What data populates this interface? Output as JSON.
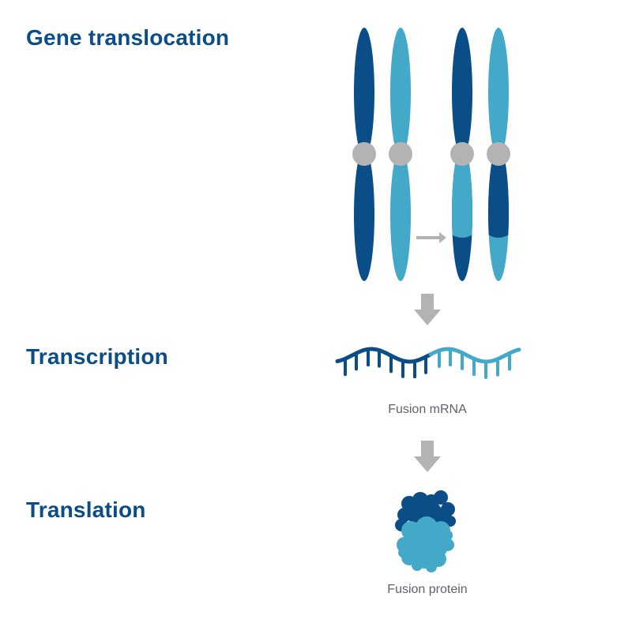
{
  "sections": {
    "translocation": "Gene translocation",
    "transcription": "Transcription",
    "translation": "Translation"
  },
  "labels": {
    "mrna": "Fusion mRNA",
    "protein": "Fusion protein"
  },
  "colors": {
    "gene_a": "#0b4d87",
    "gene_b": "#44a9c8",
    "centromere": "#b3b3b3",
    "arrow": "#b3b3b3"
  }
}
